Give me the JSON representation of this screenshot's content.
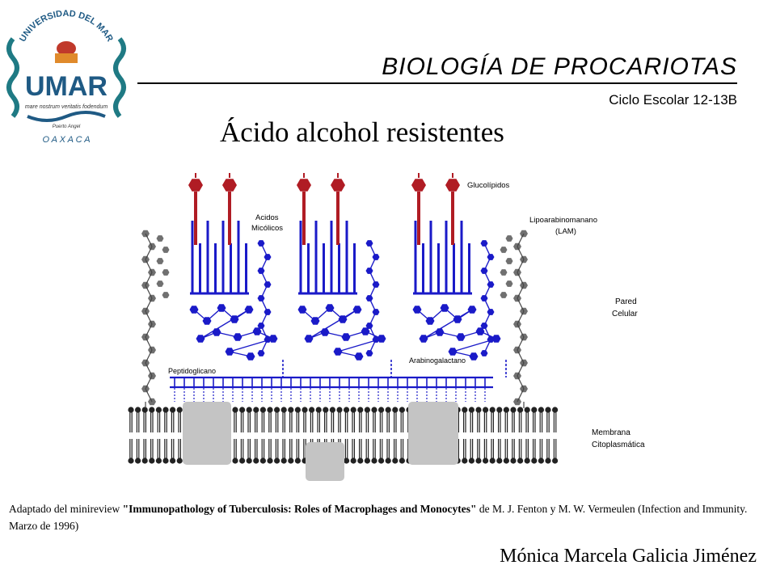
{
  "header": {
    "course_title": "BIOLOGÍA DE PROCARIOTAS",
    "cycle": "Ciclo Escolar 12-13B"
  },
  "logo": {
    "arc_text": "UNIVERSIDAD DEL MAR",
    "initials": "UMAR",
    "motto": "mare nostrum veritatis fodendum",
    "place": "Puerto Angel",
    "state": "O A X A C A"
  },
  "slide": {
    "title": "Ácido alcohol resistentes"
  },
  "diagram": {
    "labels": {
      "glucolipidos": "Glucolípidos",
      "acidos_1": "Acidos",
      "acidos_2": "Micólicos",
      "lam_1": "Lipoarabinomanano",
      "lam_2": "(LAM)",
      "pared_1": "Pared",
      "pared_2": "Celular",
      "peptidoglicano": "Peptidoglicano",
      "arabinogalactano": "Arabinogalactano",
      "membrana_1": "Membrana",
      "membrana_2": "Citoplasmática"
    },
    "colors": {
      "glycolipid": "#b01c24",
      "mycolic": "#1a1ac8",
      "lam": "#707070",
      "membrane": "#222222",
      "protein": "#c4c4c4"
    }
  },
  "caption": {
    "prefix": "Adaptado del minireview ",
    "title": "\"Immunopathology of Tuberculosis: Roles of Macrophages and Monocytes\"",
    "suffix": " de M. J. Fenton y M. W. Vermeulen (Infection and Immunity. Marzo de 1996)"
  },
  "author": "Mónica Marcela Galicia Jiménez"
}
